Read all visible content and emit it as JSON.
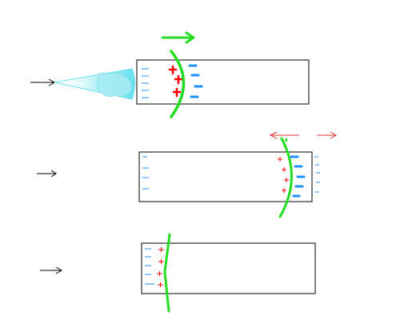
{
  "colors": {
    "outline": "#000000",
    "wavefront": "#22dd22",
    "negative_charge": "#1e90ff",
    "positive_charge": "#ff0000",
    "beam": "#66e0f0",
    "arrow_black": "#000000",
    "arrow_red": "#e03030"
  },
  "symbols": {
    "minus": "-",
    "plus": "+"
  },
  "stages": [
    {
      "name": "stage-1-beam-impact",
      "has_beam": true,
      "wave_arrow": "right"
    },
    {
      "name": "stage-2-field-reversal",
      "has_beam": false,
      "wave_arrow": "both"
    },
    {
      "name": "stage-3-return",
      "has_beam": false,
      "wave_arrow": "none"
    }
  ]
}
